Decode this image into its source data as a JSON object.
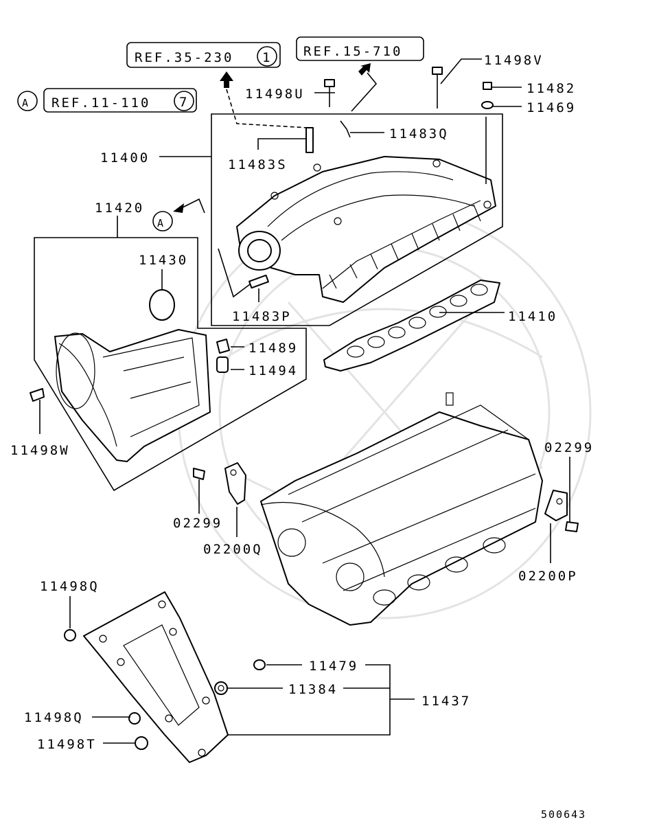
{
  "refs": {
    "ref_35_230": "REF.35-230",
    "ref_35_230_num": "1",
    "ref_15_710": "REF.15-710",
    "ref_11_110": "REF.11-110",
    "ref_11_110_num": "7",
    "marker_a": "A"
  },
  "labels": {
    "p11498V": "11498V",
    "p11482": "11482",
    "p11469": "11469",
    "p11498U": "11498U",
    "p11483Q": "11483Q",
    "p11400": "11400",
    "p11483S": "11483S",
    "p11420": "11420",
    "p11430": "11430",
    "p11483P": "11483P",
    "p11410": "11410",
    "p11489": "11489",
    "p11494": "11494",
    "p11498W": "11498W",
    "p02299a": "02299",
    "p02299b": "02299",
    "p02200Q": "02200Q",
    "p02200P": "02200P",
    "p11498Q_a": "11498Q",
    "p11498Q_b": "11498Q",
    "p11498T": "11498T",
    "p11479": "11479",
    "p11384": "11384",
    "p11437": "11437"
  },
  "drawing_id": "500643"
}
